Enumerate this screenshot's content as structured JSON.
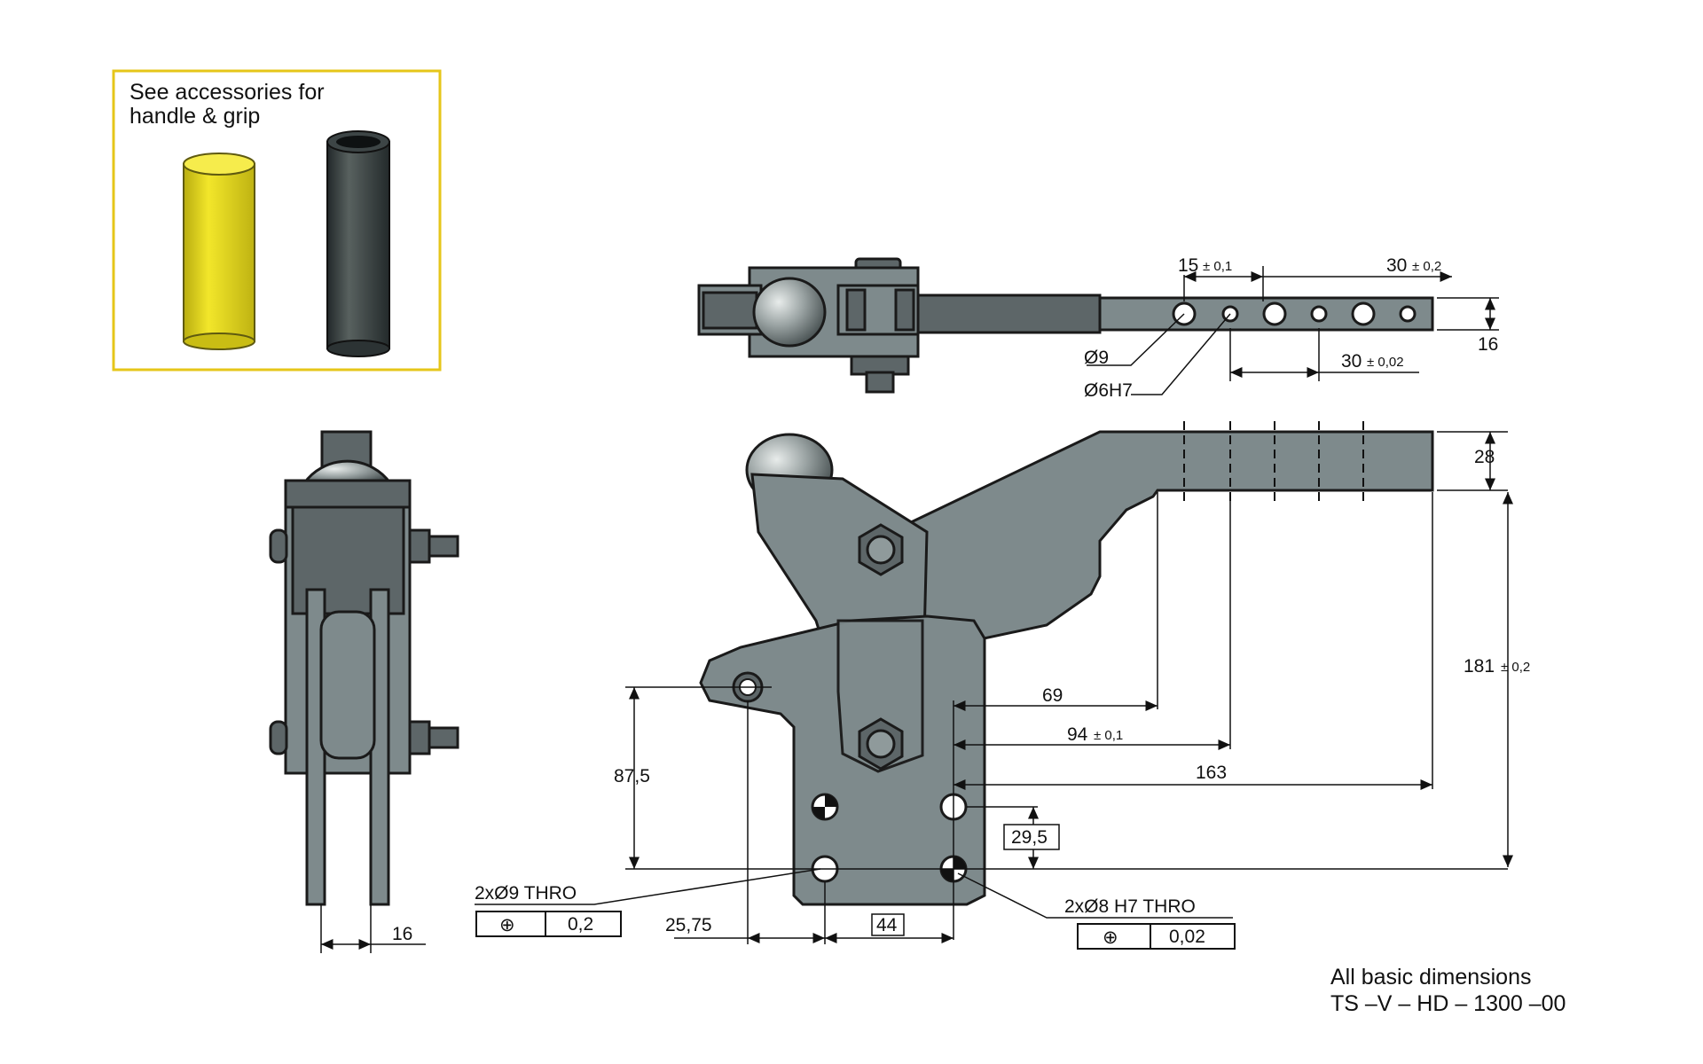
{
  "accessories_box": {
    "line1": "See accessories for",
    "line2": "handle & grip",
    "border_color": "#e6c619",
    "grip_colors": [
      "#e2d51a",
      "#3b4244"
    ]
  },
  "top_view": {
    "dim_15": "15",
    "tol_15": "± 0,1",
    "dim_30_top": "30",
    "tol_30_top": "± 0,2",
    "dim_30_bottom": "30",
    "tol_30_bottom": "± 0,02",
    "dim_16": "16",
    "hole_9": "Ø9",
    "hole_6": "Ø6H7"
  },
  "front_view": {
    "dim_28": "28",
    "dim_181": "181",
    "tol_181": "± 0,2",
    "dim_69": "69",
    "dim_94": "94",
    "tol_94": "± 0,1",
    "dim_163": "163",
    "dim_87": "87,5",
    "dim_29": "29,5",
    "dim_25": "25,75",
    "dim_44": "44",
    "hole_left_label": "2xØ9 THRO",
    "hole_left_tol": "0,2",
    "hole_right_label": "2xØ8 H7 THRO",
    "hole_right_tol": "0,02",
    "position_symbol": "⊕"
  },
  "side_view": {
    "dim_16": "16"
  },
  "footer": {
    "line1": "All basic dimensions",
    "line2": "TS –V – HD – 1300 –00"
  },
  "colors": {
    "body": "#7e8a8c",
    "dark_body": "#5d6668",
    "outline": "#1a1a1a"
  }
}
